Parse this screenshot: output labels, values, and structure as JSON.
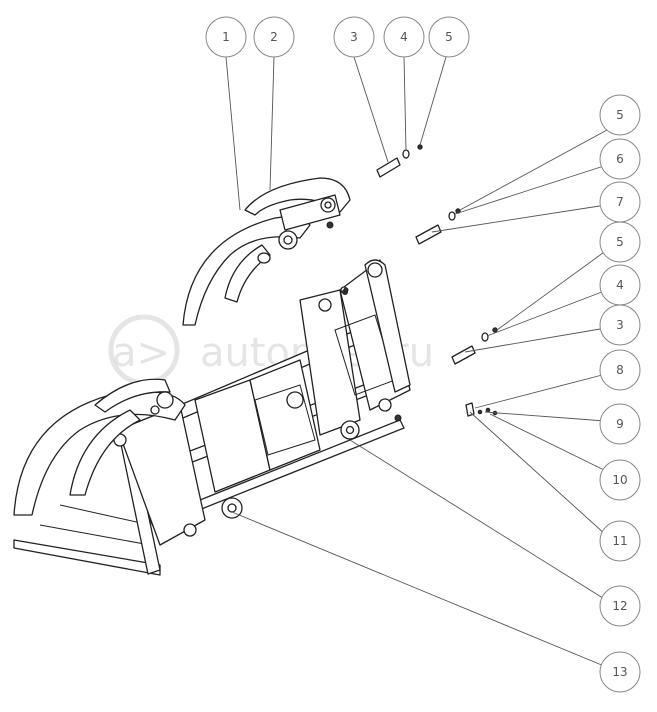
{
  "watermark": {
    "text": "autopiter.ru",
    "logo": "a>"
  },
  "callouts": [
    {
      "id": "c1",
      "label": "1"
    },
    {
      "id": "c2",
      "label": "2"
    },
    {
      "id": "c3a",
      "label": "3"
    },
    {
      "id": "c4a",
      "label": "4"
    },
    {
      "id": "c5a",
      "label": "5"
    },
    {
      "id": "c5b",
      "label": "5"
    },
    {
      "id": "c6",
      "label": "6"
    },
    {
      "id": "c7",
      "label": "7"
    },
    {
      "id": "c5c",
      "label": "5"
    },
    {
      "id": "c4b",
      "label": "4"
    },
    {
      "id": "c3b",
      "label": "3"
    },
    {
      "id": "c8",
      "label": "8"
    },
    {
      "id": "c9",
      "label": "9"
    },
    {
      "id": "c10",
      "label": "10"
    },
    {
      "id": "c11",
      "label": "11"
    },
    {
      "id": "c12",
      "label": "12"
    },
    {
      "id": "c13",
      "label": "13"
    }
  ]
}
